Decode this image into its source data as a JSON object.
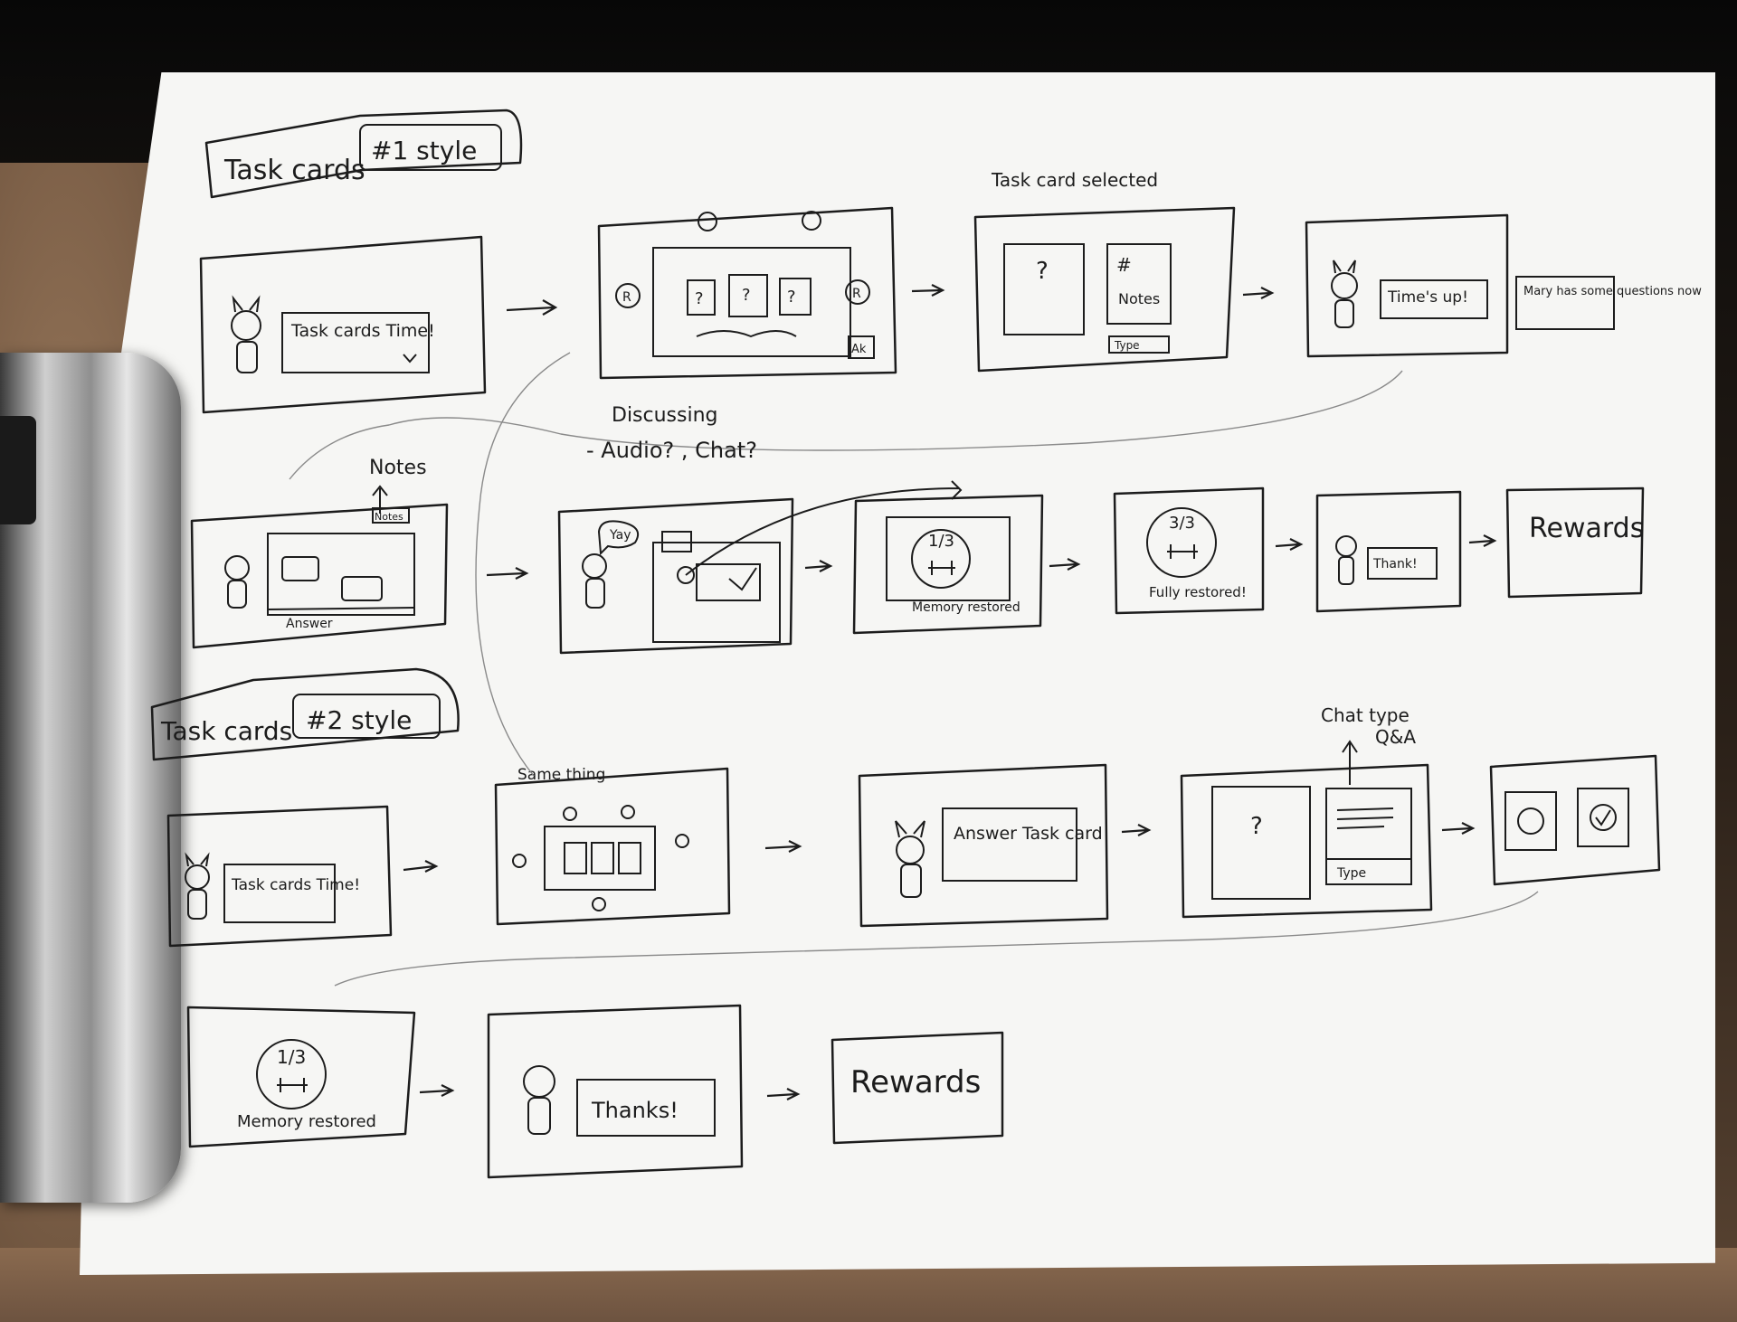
{
  "section1": {
    "label": "Task cards",
    "tag": "#1 style",
    "frames": {
      "intro_dialog": "Task cards Time!",
      "selected_caption": "Task card selected",
      "card_mark": "?",
      "notes_mark": "#",
      "notes_label": "Notes",
      "type_label": "Type",
      "ak_label": "Ak",
      "r_label": "R",
      "timesup_dialog": "Time's up!",
      "mary_note": "Mary has some questions now"
    },
    "discussing": "Discussing",
    "discussing_options": "- Audio? , Chat?",
    "notes_caption": "Notes",
    "notes_tab": "Notes",
    "answer_label": "Answer",
    "yay": "Yay",
    "counter_one": "1/3",
    "counter_three": "3/3",
    "memory_restored": "Memory restored",
    "fully_restored": "Fully restored!",
    "thanks_small": "Thank!",
    "rewards": "Rewards"
  },
  "section2": {
    "label": "Task cards",
    "tag": "#2 style",
    "same_thing": "Same thing",
    "intro_dialog": "Task cards Time!",
    "answer_dialog": "Answer Task card",
    "chat_type": "Chat type",
    "qa": "Q&A",
    "type_label": "Type",
    "card_mark": "?",
    "counter": "1/3",
    "memory_restored": "Memory restored",
    "thanks": "Thanks!",
    "rewards": "Rewards"
  },
  "colors": {
    "ink": "#1c1c1c",
    "paper": "#f6f6f4"
  }
}
